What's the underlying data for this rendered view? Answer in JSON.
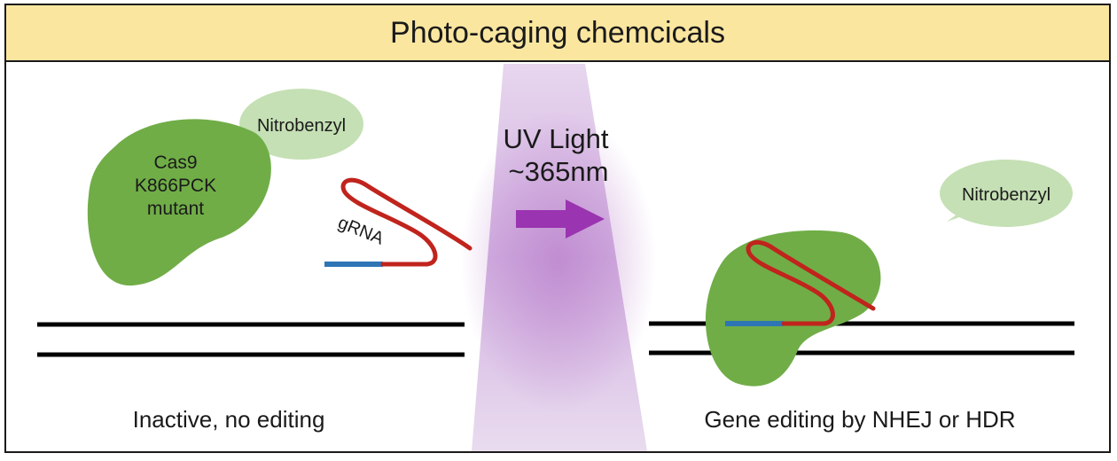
{
  "header": {
    "title": "Photo-caging chemcicals"
  },
  "left": {
    "protein_label_lines": [
      "Cas9",
      "K866PCK",
      "mutant"
    ],
    "cage_label": "Nitrobenzyl",
    "grna_label": "gRNA",
    "caption": "Inactive, no editing"
  },
  "light": {
    "label_line1": "UV Light",
    "label_line2": "~365nm"
  },
  "right": {
    "cage_label": "Nitrobenzyl",
    "caption": "Gene editing by NHEJ or HDR"
  },
  "colors": {
    "header_fill": "#fbe6a0",
    "protein": "#70ad47",
    "cage_bubble": "#c5e0b4",
    "rna": "#c0241c",
    "dna_guide": "#2e75b6",
    "arrow": "#9a34b0",
    "uv_beam": "#c9a2d8"
  }
}
